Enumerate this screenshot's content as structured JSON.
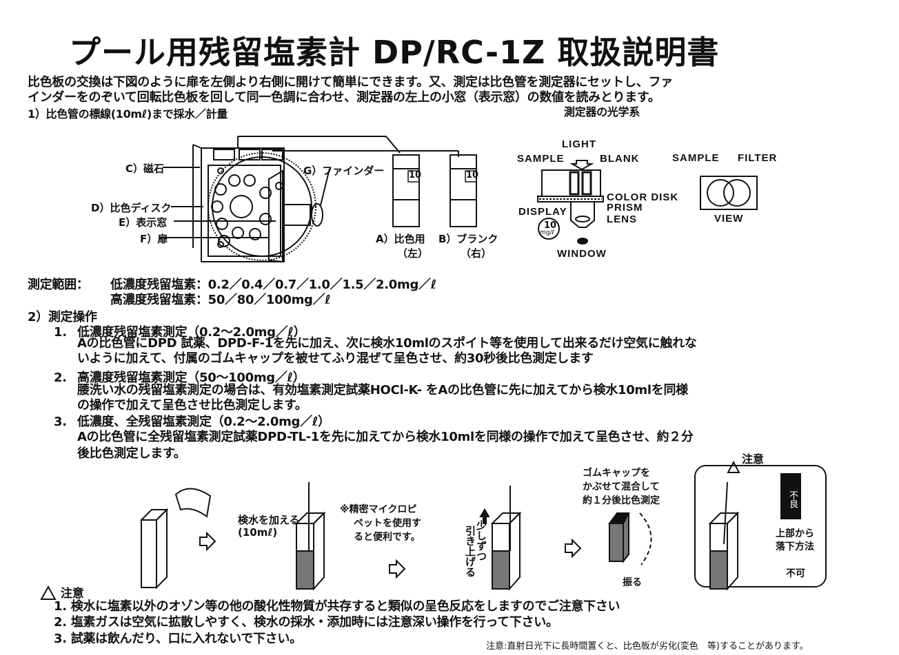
{
  "title": "プール用残留塩素計 DP/RC-1Z 取扱説明書",
  "intro": [
    "比色板の交換は下図のように扉を左側より右側に開けて簡単にできます。又、測定は比色管を測定器にセットし、ファ",
    "インダーをのぞいて回転比色板を回して同一色調に合わせ、測定器の左上の小窓（表示窓）の数値を読みとります。"
  ],
  "step1_heading": "1）比色管の標線(10mℓ)まで採水／計量",
  "optics_heading": "測定器の光学系",
  "device_labels": {
    "c": "C）磁石",
    "d": "D）比色ディスク",
    "e": "E）表示窓",
    "f": "F）扉",
    "g": "G）ファインダー",
    "a": "A）比色用",
    "a_sub": "（左）",
    "b": "B）ブランク",
    "b_sub": "（右）",
    "tube_mark": "10"
  },
  "optics_labels": {
    "light": "LIGHT",
    "sample": "SAMPLE",
    "blank": "BLANK",
    "color_disk": "COLOR DISK",
    "display": "DISPLAY",
    "prism": "PRISM",
    "lens": "LENS",
    "window": "WINDOW",
    "display_value": "10",
    "display_unit": "mg/ℓ",
    "view_sample": "SAMPLE",
    "view_filter": "FILTER",
    "view": "VIEW"
  },
  "range": {
    "label": "測定範囲：",
    "low": "低濃度残留塩素：0.2／0.4／0.7／1.0／1.5／2.0mg／ℓ",
    "high": "高濃度残留塩素：50／80／100mg／ℓ"
  },
  "step2_heading": "2）測定操作",
  "operations": [
    {
      "num": "1.",
      "title": "低濃度残留塩素測定（0.2～2.0mg／ℓ）",
      "lines": [
        "Aの比色管にDPD 試薬、DPD-F-1を先に加え、次に検水10mlのスポイト等を使用して出来るだけ空気に触れな",
        "いように加えて、付属のゴムキャップを被せてふり混ぜて呈色させ、約30秒後比色測定します"
      ]
    },
    {
      "num": "2.",
      "title": "高濃度残留塩素測定（50～100mg／ℓ）",
      "lines": [
        "腰洗い水の残留塩素測定の場合は、有効塩素測定試薬HOCl-K- をAの比色管に先に加えてから検水10mlを同様",
        "の操作で加えて呈色させ比色測定します。"
      ]
    },
    {
      "num": "3.",
      "title": "低濃度、全残留塩素測定（0.2～2.0mg／ℓ）",
      "lines": [
        "Aの比色管に全残留塩素測定試薬DPD-TL-1を先に加えてから検水10mlを同様の操作で加えて呈色させ、約２分",
        "後比色測定します。"
      ]
    }
  ],
  "illustration": {
    "add_water": "検水を加える",
    "add_water_vol": "(10mℓ)",
    "pipette_note": [
      "※精密マイクロピ",
      "ペットを使用す",
      "ると便利です。"
    ],
    "pull_up": [
      "少しずつ",
      "引き上げる"
    ],
    "cap_note": [
      "ゴムキャップを",
      "かぶせて混合して",
      "約１分後比色測定"
    ],
    "shake": "振る",
    "caution_box_title": "注意",
    "bad_badge": "不良",
    "bad_note": [
      "上部から",
      "落下方法"
    ],
    "not_ok": "不可"
  },
  "caution": {
    "title": "注意",
    "items": [
      "1.  検水に塩素以外のオゾン等の他の酸化性物質が共存すると類似の呈色反応をしますのでご注意下さい",
      "2.  塩素ガスは空気に拡散しやすく、検水の採水・添加時には注意深い操作を行って下さい。",
      "3.  試薬は飲んだり、口に入れないで下さい。"
    ],
    "footnote": "注意:直射日光下に長時間置くと、比色板が劣化(変色　等)することがあります。"
  }
}
